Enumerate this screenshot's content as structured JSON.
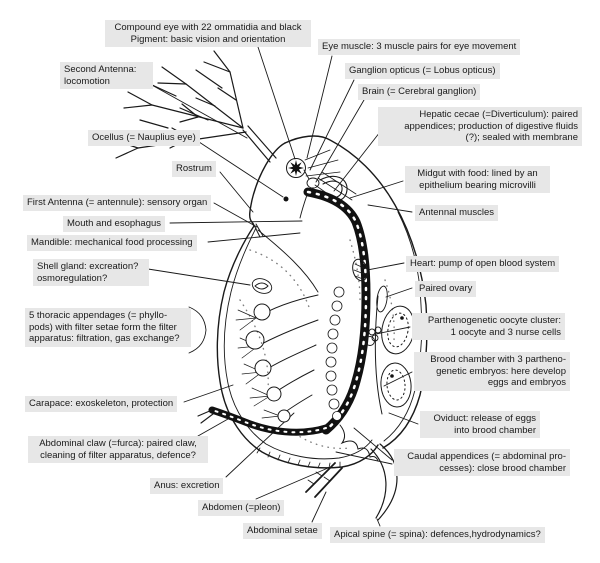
{
  "figure": {
    "subject": "Daphnia (water flea) anatomical diagram, black line art with gray label boxes",
    "background_color": "#ffffff",
    "label_background": "#e7e7e7",
    "ink_color": "#1a1a1a"
  },
  "labels": [
    {
      "id": "compound-eye",
      "text": "Compound eye with 22 ommatidia and black\nPigment: basic vision and orientation"
    },
    {
      "id": "eye-muscle",
      "text": "Eye muscle: 3 muscle pairs for eye movement"
    },
    {
      "id": "second-antenna",
      "text": "Second Antenna:\nlocomotion"
    },
    {
      "id": "ganglion-opticus",
      "text": "Ganglion opticus (= Lobus opticus)"
    },
    {
      "id": "brain",
      "text": "Brain (= Cerebral ganglion)"
    },
    {
      "id": "hepatic-cecae",
      "text": "Hepatic cecae (=Diverticulum): paired\nappendices; production of digestive fluids\n(?); sealed with membrane"
    },
    {
      "id": "ocellus",
      "text": "Ocellus (= Nauplius eye)"
    },
    {
      "id": "rostrum",
      "text": "Rostrum"
    },
    {
      "id": "midgut",
      "text": "Midgut with food: lined by an\nepithelium bearing microvilli"
    },
    {
      "id": "first-antenna",
      "text": "First Antenna (= antennule): sensory organ"
    },
    {
      "id": "antennal-muscles",
      "text": "Antennal muscles"
    },
    {
      "id": "mouth-esophagus",
      "text": "Mouth and esophagus"
    },
    {
      "id": "mandible",
      "text": "Mandible: mechanical food processing"
    },
    {
      "id": "shell-gland",
      "text": "Shell gland: excreation?\nosmoregulation?"
    },
    {
      "id": "heart",
      "text": "Heart: pump of open blood system"
    },
    {
      "id": "paired-ovary",
      "text": "Paired ovary"
    },
    {
      "id": "thoracic-appendages",
      "text": "5 thoracic appendages (= phyllo-\npods) with filter setae form the filter\napparatus: filtration, gas exchange?"
    },
    {
      "id": "parthenogenetic-oocyte",
      "text": "Parthenogenetic oocyte cluster:\n1 oocyte and 3 nurse cells"
    },
    {
      "id": "brood-chamber",
      "text": "Brood chamber with 3 partheno-\ngenetic embryos: here develop\neggs and embryos"
    },
    {
      "id": "carapace",
      "text": "Carapace: exoskeleton, protection"
    },
    {
      "id": "oviduct",
      "text": "Oviduct: release of eggs\ninto brood chamber"
    },
    {
      "id": "abdominal-claw",
      "text": "Abdominal claw (=furca): paired claw,\ncleaning of filter apparatus, defence?"
    },
    {
      "id": "caudal-appendices",
      "text": "Caudal appendices (= abdominal pro-\ncesses): close brood chamber"
    },
    {
      "id": "anus",
      "text": "Anus: excretion"
    },
    {
      "id": "abdomen",
      "text": "Abdomen (=pleon)"
    },
    {
      "id": "abdominal-setae",
      "text": "Abdominal setae"
    },
    {
      "id": "apical-spine",
      "text": "Apical spine (= spina): defences,hydrodynamics?"
    }
  ]
}
